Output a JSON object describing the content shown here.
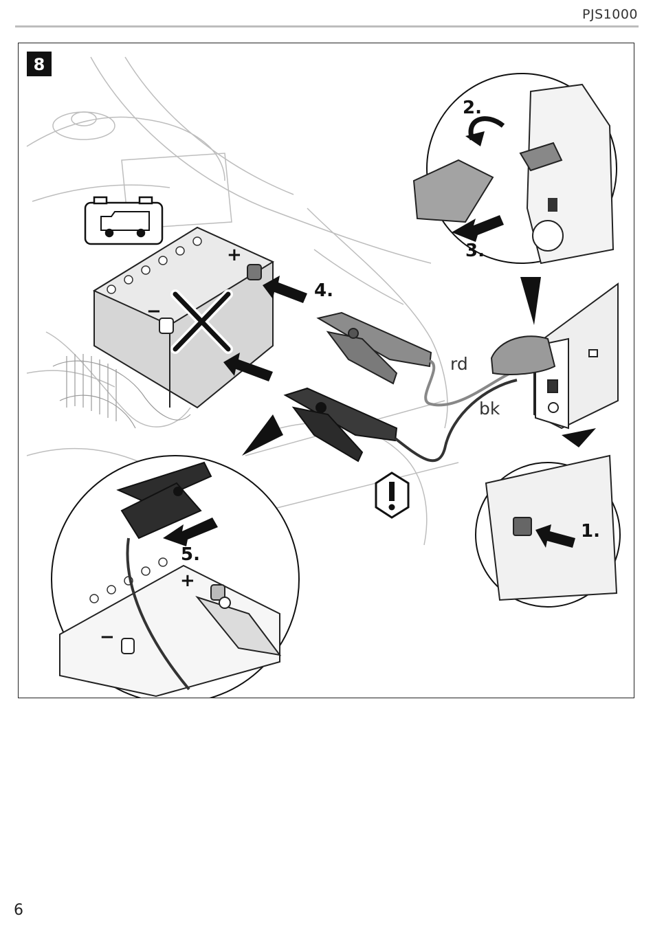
{
  "header": {
    "model": "PJS1000"
  },
  "figure": {
    "number": "8",
    "steps": [
      "1.",
      "2.",
      "3.",
      "4.",
      "5."
    ],
    "wire_labels": {
      "red": "rd",
      "black": "bk"
    },
    "battery_marks": {
      "positive": "+",
      "negative": "−"
    },
    "icons": [
      "camper-battery-icon",
      "warning-icon",
      "cross-out-icon",
      "arrow-icon"
    ]
  },
  "footer": {
    "page_number": "6"
  }
}
